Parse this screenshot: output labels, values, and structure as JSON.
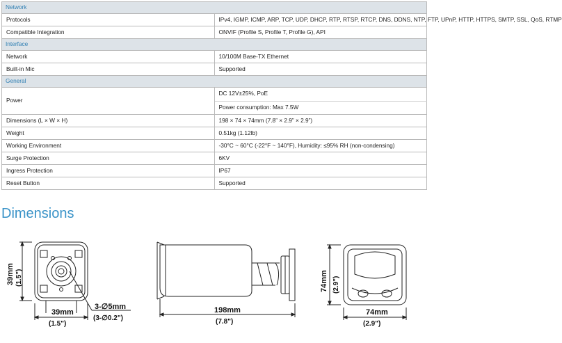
{
  "sections": [
    {
      "title": "Network",
      "rows": [
        {
          "label": "Protocols",
          "values": [
            "IPv4, IGMP, ICMP, ARP, TCP, UDP, DHCP, RTP, RTSP, RTCP, DNS, DDNS, NTP, FTP, UPnP, HTTP, HTTPS, SMTP, SSL, QoS, RTMP"
          ]
        },
        {
          "label": "Compatible Integration",
          "values": [
            "ONVIF (Profile S, Profile T, Profile G), API"
          ]
        }
      ]
    },
    {
      "title": "Interface",
      "rows": [
        {
          "label": "Network",
          "values": [
            "10/100M Base-TX Ethernet"
          ]
        },
        {
          "label": "Built-in Mic",
          "values": [
            "Supported"
          ]
        }
      ]
    },
    {
      "title": "General",
      "rows": [
        {
          "label": "Power",
          "values": [
            "DC 12V±25%, PoE",
            "Power consumption: Max 7.5W"
          ]
        },
        {
          "label": "Dimensions (L × W × H)",
          "values": [
            "198 × 74 × 74mm (7.8” × 2.9” × 2.9”)"
          ]
        },
        {
          "label": "Weight",
          "values": [
            "0.51kg (1.12lb)"
          ]
        },
        {
          "label": "Working Environment",
          "values": [
            "-30°C ~ 60°C (-22°F ~ 140°F), Humidity: ≤95% RH (non-condensing)"
          ]
        },
        {
          "label": "Surge Protection",
          "values": [
            "6KV"
          ]
        },
        {
          "label": "Ingress Protection",
          "values": [
            "IP67"
          ]
        },
        {
          "label": "Reset Button",
          "values": [
            "Supported"
          ]
        }
      ]
    }
  ],
  "dimensions": {
    "heading": "Dimensions",
    "front_height": {
      "mm": "39mm",
      "in": "(1.5\")"
    },
    "front_width": {
      "mm": "39mm",
      "in": "(1.5\")"
    },
    "hole": {
      "mm": "3-∅5mm",
      "in": "(3-∅0.2\")"
    },
    "length": {
      "mm": "198mm",
      "in": "(7.8\")"
    },
    "back_height": {
      "mm": "74mm",
      "in": "(2.9\")"
    },
    "back_width": {
      "mm": "74mm",
      "in": "(2.9\")"
    }
  }
}
